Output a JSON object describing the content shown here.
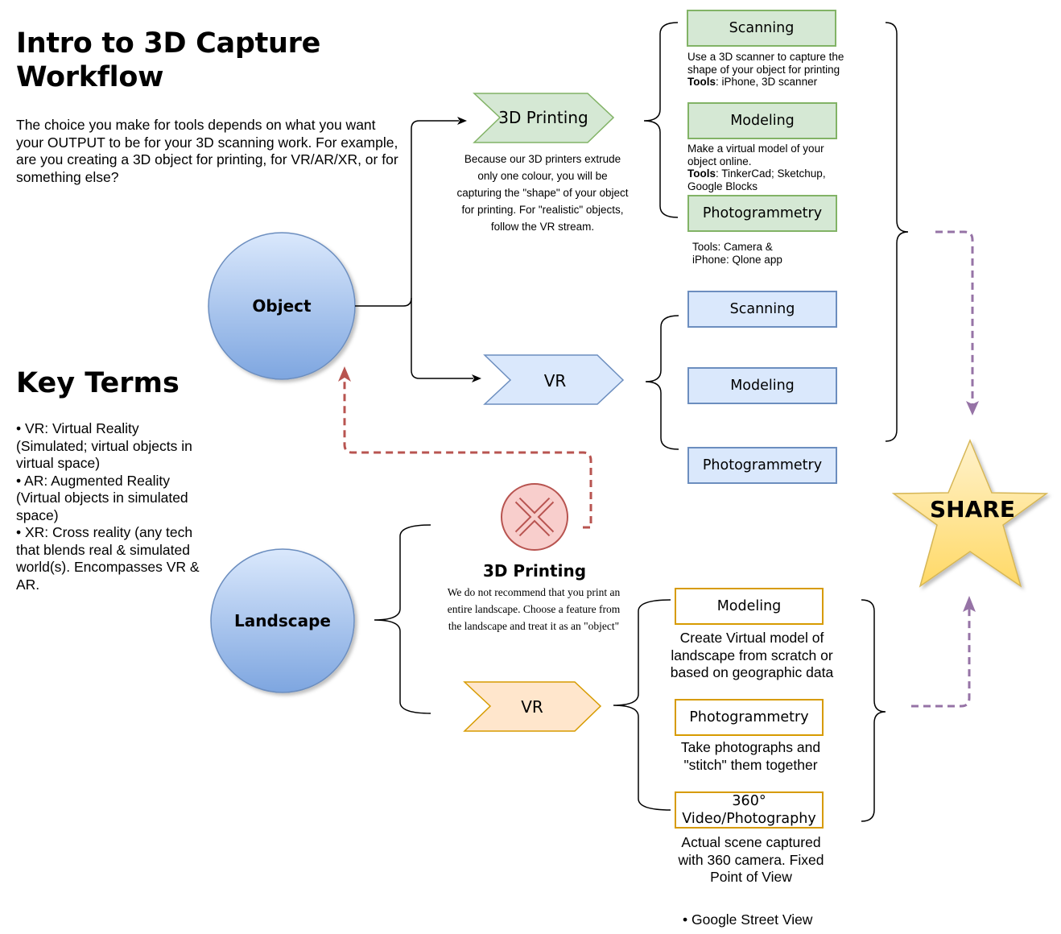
{
  "title": "Intro to 3D Capture Workflow",
  "intro": "The choice you make for tools depends on what you want your OUTPUT to be for your 3D scanning work. For example, are you creating a 3D object for printing, for VR/AR/XR, or for something else?",
  "key_terms": {
    "heading": "Key Terms",
    "items": [
      "• VR: Virtual Reality (Simulated; virtual objects in virtual space)",
      "• AR: Augmented Reality (Virtual objects in simulated space)",
      "• XR: Cross reality (any tech that blends real & simulated world(s). Encompasses VR & AR."
    ]
  },
  "nodes": {
    "object": "Object",
    "landscape": "Landscape",
    "share": "SHARE"
  },
  "object_branch": {
    "printing_label": "3D Printing",
    "printing_note": "Because our 3D printers extrude only one colour, you will be capturing the \"shape\" of your object for printing. For \"realistic\" objects, follow the VR stream.",
    "printing_methods": [
      {
        "label": "Scanning",
        "desc": "Use a 3D scanner to capture the shape of your object for printing",
        "tools_label": "Tools",
        "tools": ": iPhone, 3D scanner"
      },
      {
        "label": "Modeling",
        "desc": "Make a virtual model of your object online.",
        "tools_label": "Tools",
        "tools": ": TinkerCad; Sketchup, Google Blocks"
      },
      {
        "label": "Photogrammetry",
        "desc": "Tools: Camera & iPhone: Qlone app",
        "tools_label": "",
        "tools": ""
      }
    ],
    "vr_label": "VR",
    "vr_methods": [
      "Scanning",
      "Modeling",
      "Photogrammetry"
    ]
  },
  "landscape_branch": {
    "printing_label": "3D Printing",
    "printing_note": "We do not recommend that you print an entire landscape. Choose a feature from the landscape and treat it as an \"object\"",
    "vr_label": "VR",
    "vr_methods": [
      {
        "label": "Modeling",
        "desc": "Create Virtual model of landscape from scratch or based on geographic data"
      },
      {
        "label": "Photogrammetry",
        "desc": "Take photographs and \"stitch\" them together"
      },
      {
        "label": "360° Video/Photography",
        "desc": "Actual scene captured with 360 camera. Fixed Point of View"
      }
    ],
    "extra": "• Google Street View"
  },
  "colors": {
    "green_fill": "#d5e8d4",
    "green_stroke": "#82b366",
    "blue_fill": "#dae8fc",
    "blue_stroke": "#6c8ebf",
    "orange_fill": "#ffe6cc",
    "orange_stroke": "#d79b00",
    "circle_top": "#dae8fc",
    "circle_bottom": "#7ea6e0",
    "star_fill": "#ffd966",
    "star_stroke": "#d6b656",
    "no_fill": "#f8cecc",
    "no_stroke": "#b85450",
    "arrow_purple": "#9673a6",
    "arrow_red": "#b85450"
  }
}
